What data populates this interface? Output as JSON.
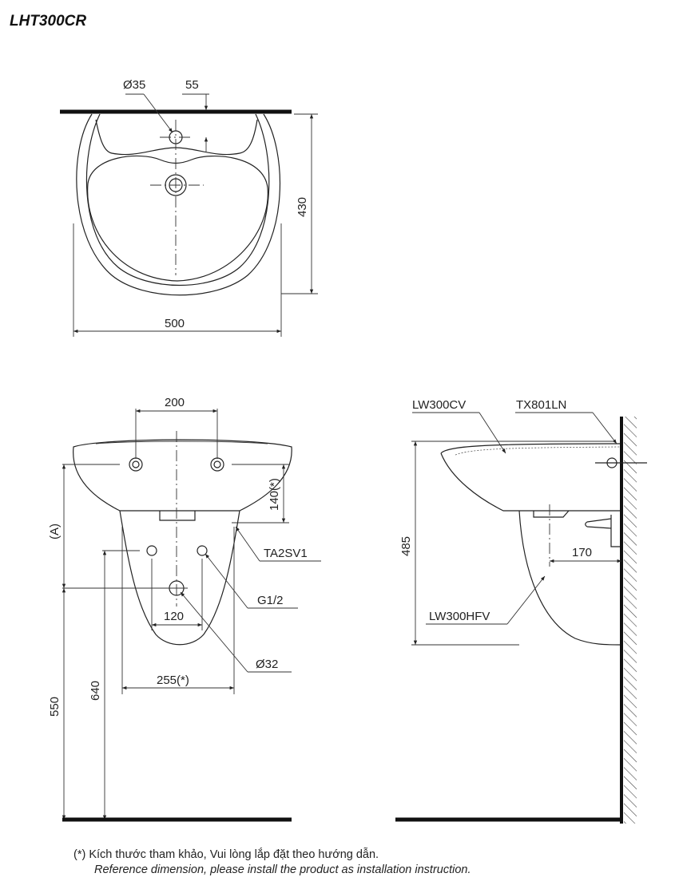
{
  "title": "LHT300CR",
  "top_view": {
    "hole_dia": "Ø35",
    "offset": "55",
    "height": "430",
    "width": "500"
  },
  "front_view": {
    "hole_spacing": "200",
    "bracket_height": "140(*)",
    "dim_a": "(A)",
    "bracket": "TA2SV1",
    "supply": "G1/2",
    "supply_spacing": "120",
    "drain": "Ø32",
    "pedestal_width": "255(*)",
    "supply_height": "640",
    "drain_height": "550"
  },
  "side_view": {
    "basin": "LW300CV",
    "fixing": "TX801LN",
    "height": "485",
    "wall_dist": "170",
    "pedestal": "LW300HFV"
  },
  "footnote": {
    "vi": "(*) Kích thước tham khảo, Vui lòng lắp đặt theo hướng dẫn.",
    "en": "Reference dimension, please install the product as installation instruction."
  }
}
